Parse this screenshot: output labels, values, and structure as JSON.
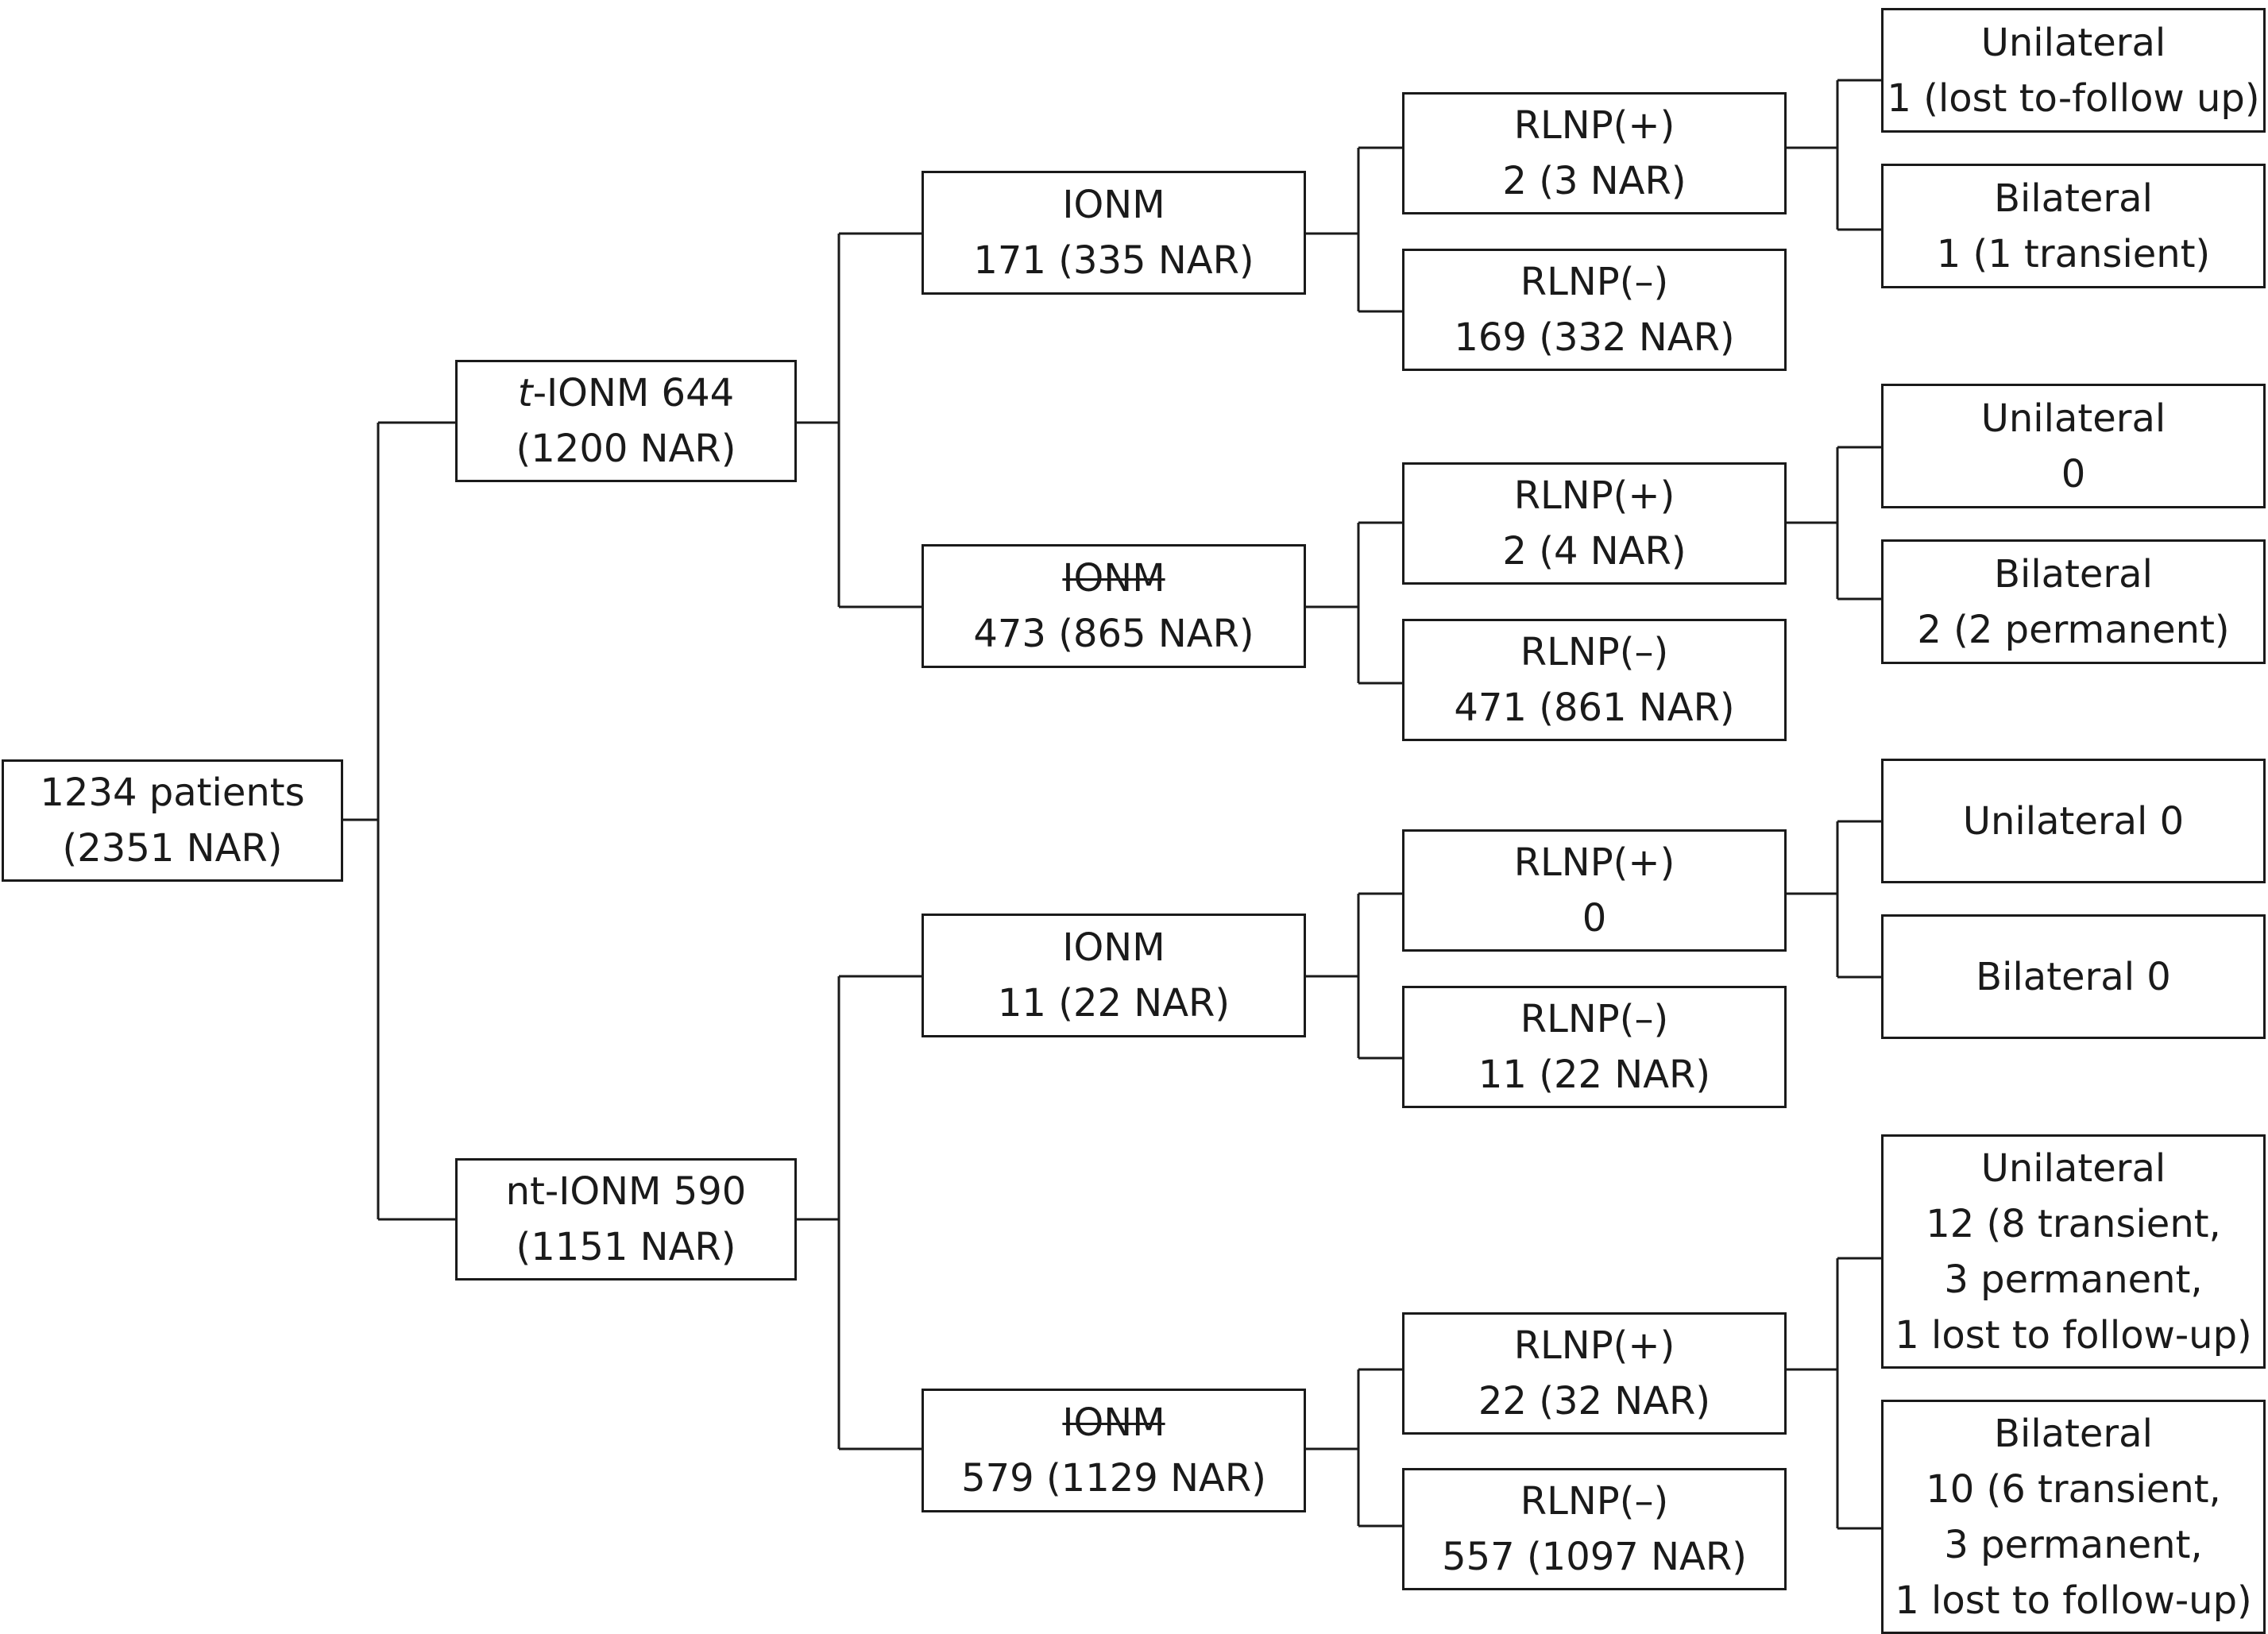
{
  "root": {
    "line1": "1234 patients",
    "line2": "(2351 NAR)"
  },
  "t_ionm": {
    "prefix": "t",
    "line1_rest": "-IONM 644",
    "line2": "(1200 NAR)"
  },
  "nt_ionm": {
    "line1": "nt-IONM 590",
    "line2": "(1151 NAR)"
  },
  "t_with_ionm": {
    "line1": "IONM",
    "line2": "171 (335 NAR)"
  },
  "t_without_ionm": {
    "line1": "IONM",
    "line2": "473 (865 NAR)"
  },
  "nt_with_ionm": {
    "line1": "IONM",
    "line2": "11 (22 NAR)"
  },
  "nt_without_ionm": {
    "line1": "IONM",
    "line2": "579 (1129 NAR)"
  },
  "rlnp": {
    "a_pos": {
      "line1": "RLNP(+)",
      "line2": "2 (3 NAR)"
    },
    "a_neg": {
      "line1": "RLNP(–)",
      "line2": "169 (332 NAR)"
    },
    "b_pos": {
      "line1": "RLNP(+)",
      "line2": "2 (4 NAR)"
    },
    "b_neg": {
      "line1": "RLNP(–)",
      "line2": "471 (861 NAR)"
    },
    "c_pos": {
      "line1": "RLNP(+)",
      "line2": "0"
    },
    "c_neg": {
      "line1": "RLNP(–)",
      "line2": "11 (22 NAR)"
    },
    "d_pos": {
      "line1": "RLNP(+)",
      "line2": "22 (32 NAR)"
    },
    "d_neg": {
      "line1": "RLNP(–)",
      "line2": "557 (1097 NAR)"
    }
  },
  "outcomes": {
    "a_uni": {
      "line1": "Unilateral",
      "line2": "1 (lost to-follow up)"
    },
    "a_bi": {
      "line1": "Bilateral",
      "line2": "1 (1 transient)"
    },
    "b_uni": {
      "line1": "Unilateral",
      "line2": "0"
    },
    "b_bi": {
      "line1": "Bilateral",
      "line2": "2 (2 permanent)"
    },
    "c_uni": {
      "line1": "Unilateral 0"
    },
    "c_bi": {
      "line1": "Bilateral 0"
    },
    "d_uni": {
      "line1": "Unilateral",
      "line2": "12 (8 transient,",
      "line3": "3 permanent,",
      "line4": "1 lost to follow-up)"
    },
    "d_bi": {
      "line1": "Bilateral",
      "line2": "10 (6 transient,",
      "line3": "3 permanent,",
      "line4": "1 lost to follow-up)"
    }
  }
}
